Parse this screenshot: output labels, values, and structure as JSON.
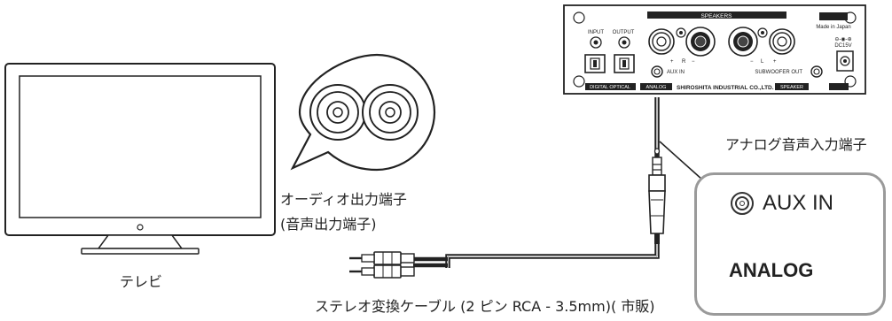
{
  "labels": {
    "tv": "テレビ",
    "audio_out_line1": "オーディオ出力端子",
    "audio_out_line2": "(音声出力端子)",
    "cable": "ステレオ変換ケーブル (2 ピン RCA - 3.5mm)( 市販)",
    "analog_input": "アナログ音声入力端子"
  },
  "panel": {
    "speakers": "SPEAKERS",
    "made_in": "Made in Japan",
    "dc": "DC15V",
    "input": "INPUT",
    "output": "OUTPUT",
    "aux_in": "AUX IN",
    "subwoofer_out": "SUBWOOFER OUT",
    "r": "R",
    "l": "L",
    "digital_optical": "DIGITAL OPTICAL",
    "analog": "ANALOG",
    "maker": "SHIROSHITA INDUSTRIAL CO.,LTD.",
    "speaker": "SPEAKER",
    "plus": "+",
    "minus": "−"
  },
  "inset": {
    "aux_in": "AUX IN",
    "analog": "ANALOG"
  },
  "colors": {
    "line": "#222222",
    "inset_border": "#9a9a9a",
    "band": "#222222"
  }
}
